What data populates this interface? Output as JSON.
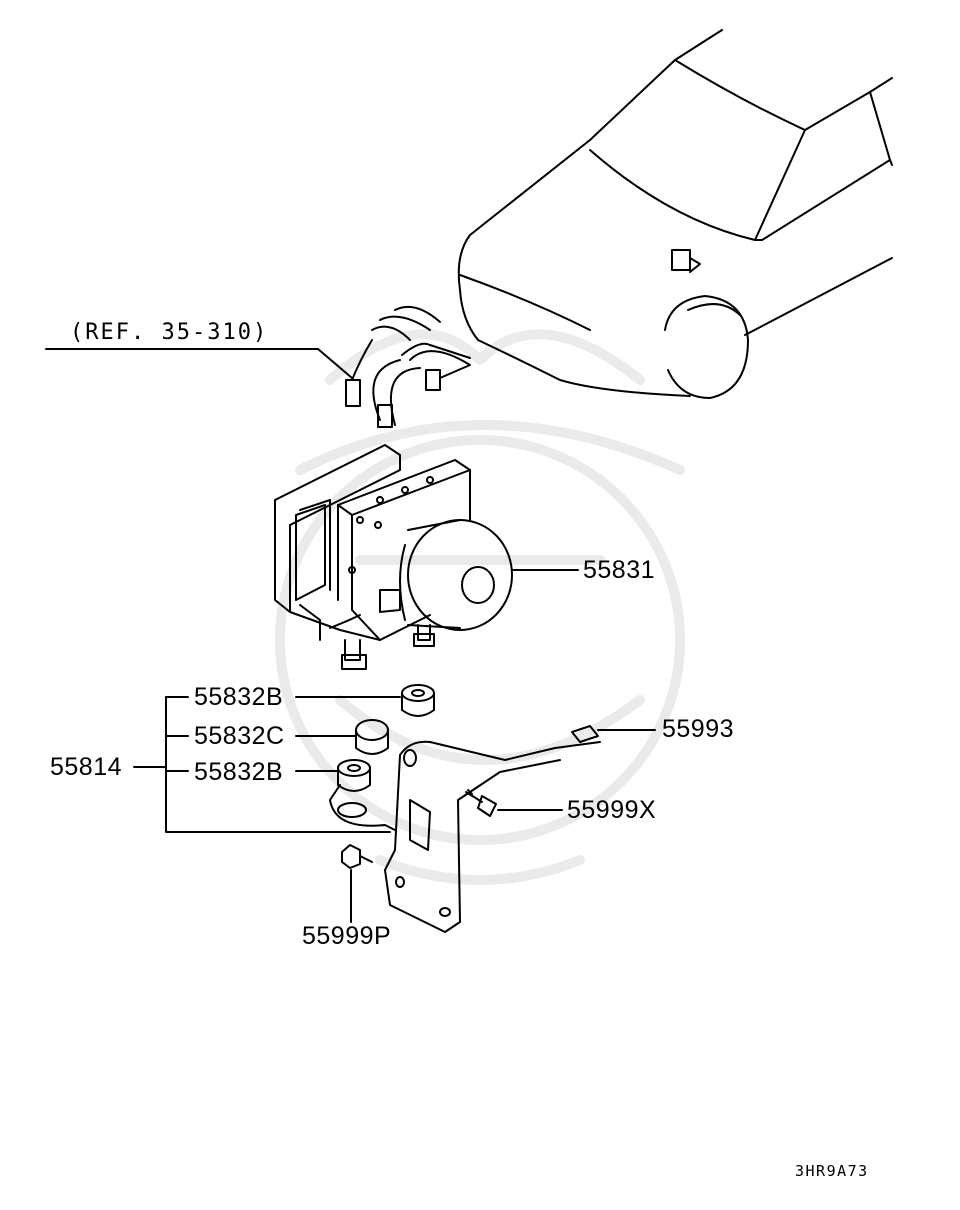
{
  "ref_label": "(REF. 35-310)",
  "parts": {
    "p55831": "55831",
    "p55832B_top": "55832B",
    "p55832C": "55832C",
    "p55832B_bottom": "55832B",
    "p55814": "55814",
    "p55993": "55993",
    "p55999X": "55999X",
    "p55999P": "55999P"
  },
  "diagram_code": "3HR9A73"
}
